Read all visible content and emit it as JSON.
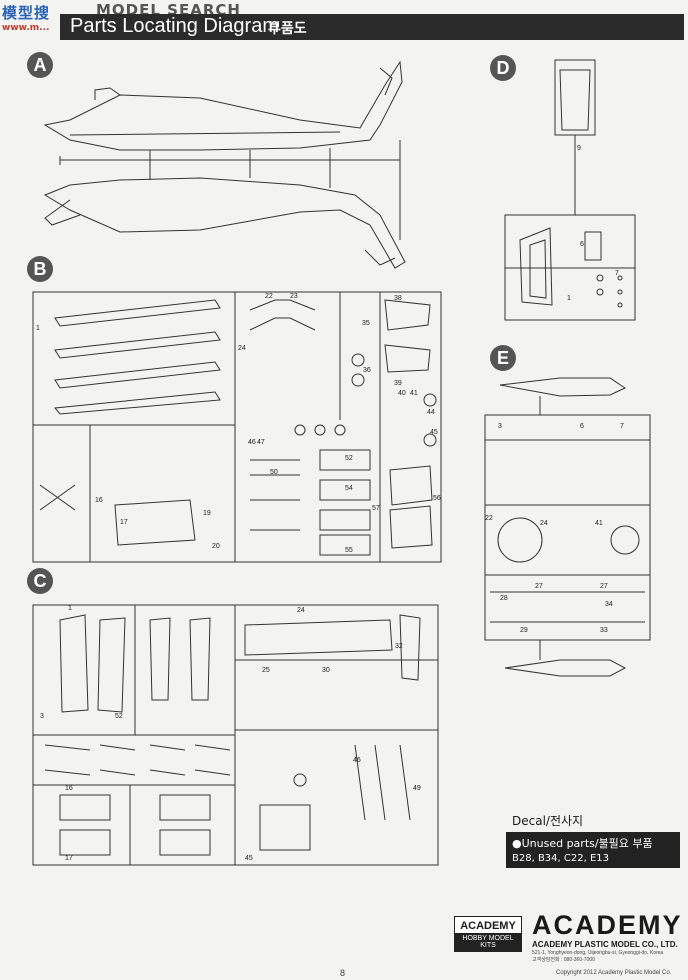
{
  "watermark": {
    "site": "MODEL SEARCH",
    "cn": "模型搜",
    "url": "www.m..."
  },
  "header": {
    "title": "Parts Locating Diagram",
    "title_ko": "부품도"
  },
  "sections": [
    "A",
    "B",
    "C",
    "D",
    "E"
  ],
  "legend": {
    "decal": "Decal/전사지",
    "unused_title": "●Unused parts/불필요 부품",
    "unused_parts": "B28, B34, C22, E13"
  },
  "footer": {
    "logo_small_top": "ACADEMY",
    "logo_small_bottom": "HOBBY MODEL KITS",
    "brand": "ACADEMY",
    "company": "ACADEMY PLASTIC MODEL CO., LTD.",
    "address": "521-1, Yonghyeon-dong, Uijeongbu-si, Gyeonggi-do, Korea",
    "tel": "고객상담전화 : 080-360-7000",
    "page": "8",
    "copyright": "Copyright 2012 Academy Plastic Model Co."
  }
}
